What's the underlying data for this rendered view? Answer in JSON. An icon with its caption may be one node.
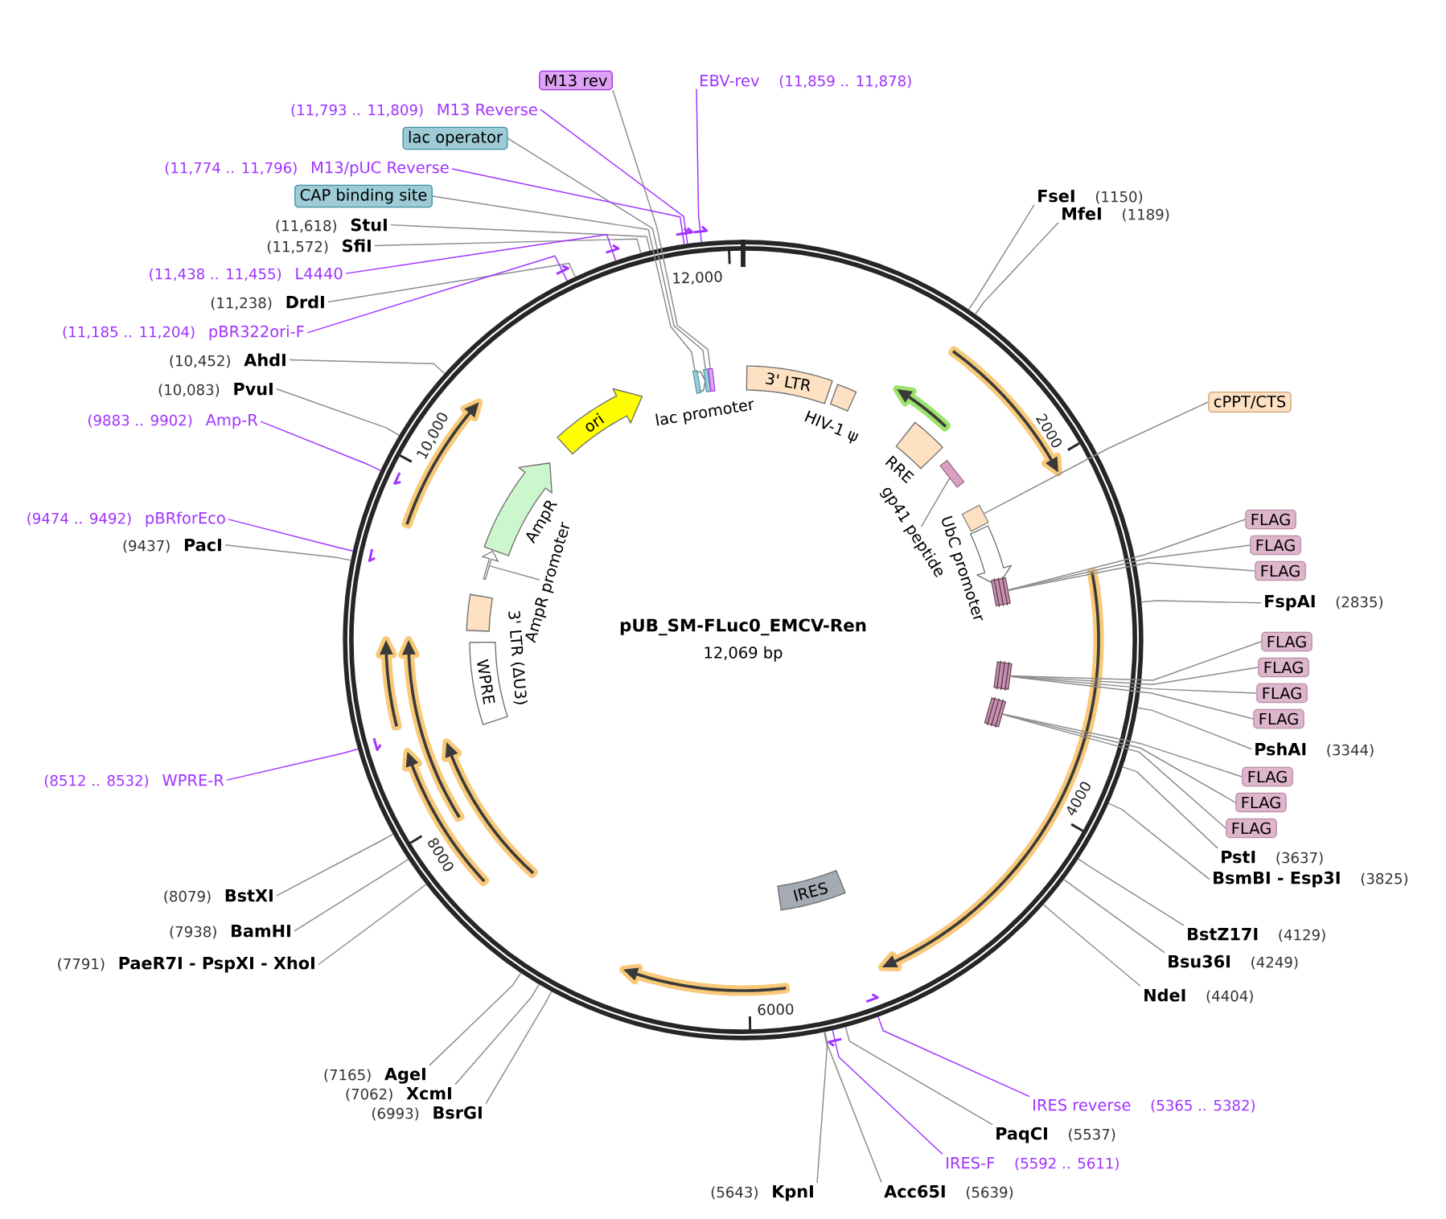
{
  "diagram": {
    "nodes": [
      {
        "text": [
          "M13 rev"
        ]
      },
      {
        "text": [
          "EBV-rev"
        ],
        "beside": [
          "(11,859 .. 11,878)"
        ]
      },
      {
        "text": [
          "M13 Reverse"
        ],
        "beside": [
          "(11,793 .. 11,809)"
        ]
      },
      {
        "text": [
          "lac operator"
        ]
      },
      {
        "text": [
          "M13/pUC Reverse"
        ],
        "beside": [
          "(11,774 .. 11,796)"
        ]
      },
      {
        "text": [
          "CAP binding site"
        ]
      },
      {
        "text": [
          "StuI"
        ],
        "beside": [
          "(11,618)"
        ]
      },
      {
        "text": [
          "SfiI"
        ],
        "beside": [
          "(11,572)"
        ]
      },
      {
        "text": [
          "L4440"
        ],
        "beside": [
          "(11,438 .. 11,455)"
        ]
      },
      {
        "text": [
          "DrdI"
        ],
        "beside": [
          "(11,238)"
        ]
      },
      {
        "text": [
          "pBR322ori-F"
        ],
        "beside": [
          "(11,185 .. 11,204)"
        ]
      },
      {
        "text": [
          "AhdI"
        ],
        "beside": [
          "(10,452)"
        ]
      },
      {
        "text": [
          "PvuI"
        ],
        "beside": [
          "(10,083)"
        ]
      },
      {
        "text": [
          "Amp-R"
        ],
        "beside": [
          "(9883 .. 9902)"
        ]
      },
      {
        "text": [
          "pBRforEco"
        ],
        "beside": [
          "(9474 .. 9492)"
        ]
      },
      {
        "text": [
          "PacI"
        ],
        "beside": [
          "(9437)"
        ]
      },
      {
        "text": [
          "WPRE-R"
        ],
        "beside": [
          "(8512 .. 8532)"
        ]
      },
      {
        "text": [
          "BstXI"
        ],
        "beside": [
          "(8079)"
        ]
      },
      {
        "text": [
          "BamHI"
        ],
        "beside": [
          "(7938)"
        ]
      },
      {
        "text": [
          "PaeR7I - PspXI - XhoI"
        ],
        "beside": [
          "(7791)"
        ]
      },
      {
        "text": [
          "AgeI"
        ],
        "beside": [
          "(7165)"
        ]
      },
      {
        "text": [
          "XcmI"
        ],
        "beside": [
          "(7062)"
        ]
      },
      {
        "text": [
          "BsrGI"
        ],
        "beside": [
          "(6993)"
        ]
      },
      {
        "text": [
          "FseI"
        ],
        "beside": [
          "(1150)"
        ]
      },
      {
        "text": [
          "MfeI"
        ],
        "beside": [
          "(1189)"
        ]
      },
      {
        "text": [
          "cPPT/CTS"
        ]
      },
      {
        "text": [
          "FLAG"
        ]
      },
      {
        "text": [
          "FLAG"
        ]
      },
      {
        "text": [
          "FLAG"
        ]
      },
      {
        "text": [
          "FspAI"
        ],
        "beside": [
          "(2835)"
        ]
      },
      {
        "text": [
          "FLAG"
        ]
      },
      {
        "text": [
          "FLAG"
        ]
      },
      {
        "text": [
          "FLAG"
        ]
      },
      {
        "text": [
          "FLAG"
        ]
      },
      {
        "text": [
          "PshAI"
        ],
        "beside": [
          "(3344)"
        ]
      },
      {
        "text": [
          "FLAG"
        ]
      },
      {
        "text": [
          "FLAG"
        ]
      },
      {
        "text": [
          "FLAG"
        ]
      },
      {
        "text": [
          "PstI"
        ],
        "beside": [
          "(3637)"
        ]
      },
      {
        "text": [
          "BsmBI - Esp3I"
        ],
        "beside": [
          "(3825)"
        ]
      },
      {
        "text": [
          "BstZ17I"
        ],
        "beside": [
          "(4129)"
        ]
      },
      {
        "text": [
          "Bsu36I"
        ],
        "beside": [
          "(4249)"
        ]
      },
      {
        "text": [
          "NdeI"
        ],
        "beside": [
          "(4404)"
        ]
      },
      {
        "text": [
          "IRES reverse"
        ],
        "beside": [
          "(5365 .. 5382)"
        ]
      },
      {
        "text": [
          "PaqCI"
        ],
        "beside": [
          "(5537)"
        ]
      },
      {
        "text": [
          "IRES-F"
        ],
        "beside": [
          "(5592 .. 5611)"
        ]
      },
      {
        "text": [
          "KpnI"
        ],
        "beside": [
          "(5643)"
        ]
      },
      {
        "text": [
          "Acc65I"
        ],
        "beside": [
          "(5639)"
        ]
      },
      {
        "text": [
          "pUB_SM-FLuc0_EMCV-Ren",
          "12,069 bp"
        ]
      },
      {
        "text": [
          "ori"
        ],
        "in": 48
      },
      {
        "text": [
          "lac promoter"
        ],
        "in": 48
      },
      {
        "text": [
          "3' LTR"
        ],
        "in": 48
      },
      {
        "text": [
          "HIV-1 ψ"
        ],
        "in": 48
      },
      {
        "text": [
          "RRE"
        ],
        "in": 48
      },
      {
        "text": [
          "gp41 peptide"
        ],
        "in": 48
      },
      {
        "text": [
          "UbC promoter"
        ],
        "in": 48
      },
      {
        "text": [
          "IRES"
        ],
        "in": 48
      },
      {
        "text": [
          "WPRE"
        ],
        "in": 48
      },
      {
        "text": [
          "3' LTR (ΔU3)"
        ],
        "in": 48
      },
      {
        "text": [
          "AmpR promoter"
        ],
        "in": 48
      },
      {
        "text": [
          "AmpR"
        ],
        "in": 48
      },
      {
        "text": [],
        "shape": "box",
        "in": 48
      },
      {
        "text": [],
        "shape": "box",
        "in": 48
      },
      {
        "text": [],
        "shape": "box",
        "in": 48
      },
      {
        "text": [],
        "shape": "box",
        "in": 48
      },
      {
        "text": [],
        "shape": "box",
        "in": 48
      },
      {
        "text": [],
        "shape": "box",
        "in": 48
      },
      {
        "text": [],
        "shape": "box",
        "in": 48
      },
      {
        "text": [],
        "shape": "box",
        "in": 48
      },
      {
        "text": [],
        "shape": "arrow",
        "in": 48
      },
      {
        "text": [],
        "shape": "arrow",
        "in": 48
      }
    ],
    "edges": [
      {
        "from": 0,
        "to": 63,
        "arrow": "none"
      },
      {
        "from": 1,
        "to": 48,
        "arrow": "none",
        "color": "#a033ff"
      },
      {
        "from": 2,
        "to": 48,
        "arrow": "none",
        "color": "#a033ff"
      },
      {
        "from": 3,
        "to": 62,
        "arrow": "none"
      },
      {
        "from": 4,
        "to": 48,
        "arrow": "none",
        "color": "#a033ff"
      },
      {
        "from": 5,
        "to": 61,
        "arrow": "none"
      },
      {
        "from": 6,
        "to": 48,
        "arrow": "none"
      },
      {
        "from": 7,
        "to": 48,
        "arrow": "none"
      },
      {
        "from": 8,
        "to": 48,
        "arrow": "none",
        "color": "#a033ff"
      },
      {
        "from": 9,
        "to": 48,
        "arrow": "none"
      },
      {
        "from": 10,
        "to": 48,
        "arrow": "none",
        "color": "#a033ff"
      },
      {
        "from": 11,
        "to": 48,
        "arrow": "none"
      },
      {
        "from": 12,
        "to": 48,
        "arrow": "none"
      },
      {
        "from": 13,
        "to": 48,
        "arrow": "none",
        "color": "#a033ff"
      },
      {
        "from": 14,
        "to": 48,
        "arrow": "none",
        "color": "#a033ff"
      },
      {
        "from": 15,
        "to": 48,
        "arrow": "none"
      },
      {
        "from": 16,
        "to": 48,
        "arrow": "none",
        "color": "#a033ff"
      },
      {
        "from": 17,
        "to": 48,
        "arrow": "none"
      },
      {
        "from": 18,
        "to": 48,
        "arrow": "none"
      },
      {
        "from": 19,
        "to": 48,
        "arrow": "none"
      },
      {
        "from": 20,
        "to": 48,
        "arrow": "none"
      },
      {
        "from": 21,
        "to": 48,
        "arrow": "none"
      },
      {
        "from": 22,
        "to": 48,
        "arrow": "none"
      },
      {
        "from": 23,
        "to": 48,
        "arrow": "none"
      },
      {
        "from": 24,
        "to": 48,
        "arrow": "none"
      },
      {
        "from": 25,
        "to": 64,
        "arrow": "none"
      },
      {
        "from": 26,
        "to": 65,
        "arrow": "none"
      },
      {
        "from": 27,
        "to": 65,
        "arrow": "none"
      },
      {
        "from": 28,
        "to": 65,
        "arrow": "none"
      },
      {
        "from": 29,
        "to": 48,
        "arrow": "none"
      },
      {
        "from": 30,
        "to": 66,
        "arrow": "none"
      },
      {
        "from": 31,
        "to": 66,
        "arrow": "none"
      },
      {
        "from": 32,
        "to": 66,
        "arrow": "none"
      },
      {
        "from": 33,
        "to": 66,
        "arrow": "none"
      },
      {
        "from": 34,
        "to": 48,
        "arrow": "none"
      },
      {
        "from": 35,
        "to": 67,
        "arrow": "none"
      },
      {
        "from": 36,
        "to": 67,
        "arrow": "none"
      },
      {
        "from": 37,
        "to": 67,
        "arrow": "none"
      },
      {
        "from": 38,
        "to": 48,
        "arrow": "none"
      },
      {
        "from": 39,
        "to": 48,
        "arrow": "none"
      },
      {
        "from": 40,
        "to": 48,
        "arrow": "none"
      },
      {
        "from": 41,
        "to": 48,
        "arrow": "none"
      },
      {
        "from": 42,
        "to": 48,
        "arrow": "none"
      },
      {
        "from": 43,
        "to": 48,
        "arrow": "none",
        "color": "#a033ff"
      },
      {
        "from": 44,
        "to": 48,
        "arrow": "none"
      },
      {
        "from": 45,
        "to": 48,
        "arrow": "none",
        "color": "#a033ff"
      },
      {
        "from": 46,
        "to": 48,
        "arrow": "none"
      },
      {
        "from": 47,
        "to": 48,
        "arrow": "none"
      },
      {
        "from": 54,
        "to": 68,
        "arrow": "none"
      },
      {
        "from": 59,
        "to": 69,
        "arrow": "none"
      }
    ],
    "labels": [
      "12,000",
      "2000",
      "4000",
      "6000",
      "8000",
      "10,000"
    ]
  }
}
